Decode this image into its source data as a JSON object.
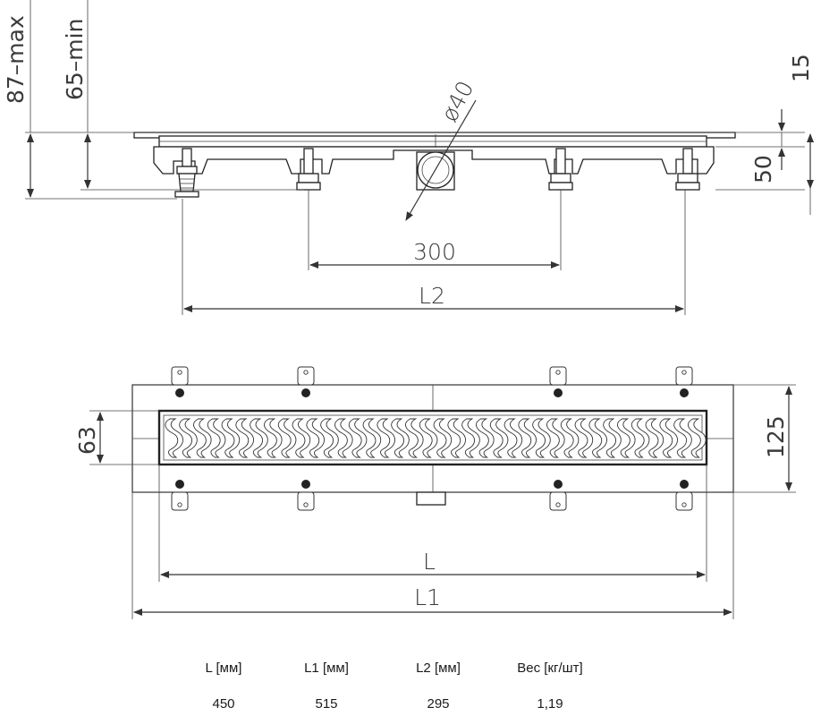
{
  "dimensions": {
    "max_height": "87–max",
    "min_height": "65–min",
    "diameter": "ø40",
    "grate_offset": "15",
    "body_height": "50",
    "foot_spacing": "300",
    "foot_span": "L2",
    "grate_width": "63",
    "body_width": "125",
    "grate_length": "L",
    "body_length": "L1"
  },
  "spec_table": {
    "headers": [
      "L [мм]",
      "L1 [мм]",
      "L2 [мм]",
      "Вес [кг/шт]"
    ],
    "rows": [
      [
        "450",
        "515",
        "295",
        "1,19"
      ]
    ]
  }
}
